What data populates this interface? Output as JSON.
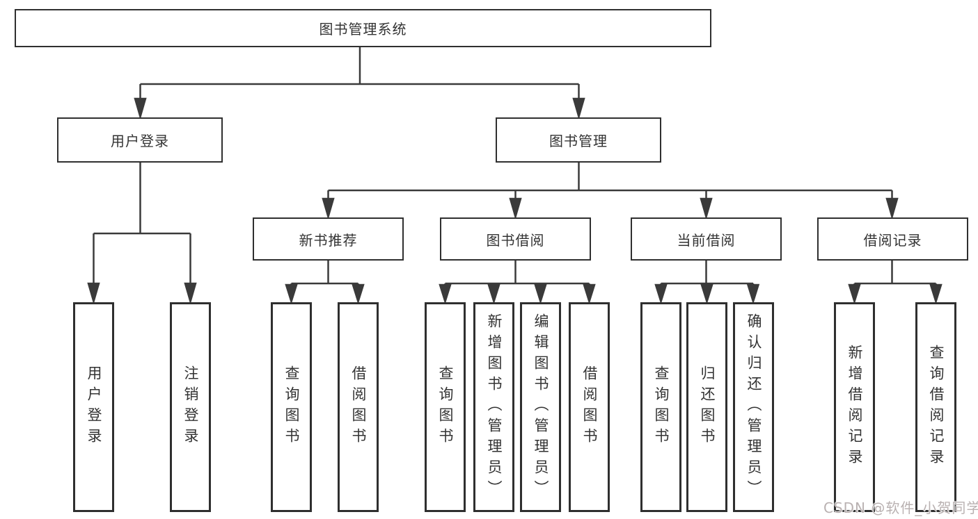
{
  "style": {
    "line_color": "#3a3a3a",
    "border_color": "#2f2f2f",
    "text_color": "#333333",
    "background": "#ffffff",
    "watermark_color": "#b9b1b1"
  },
  "watermark": {
    "text": "CSDN @软件_小贺同学"
  },
  "tree": {
    "root": {
      "label": "图书管理系统"
    },
    "level2": [
      {
        "label": "用户登录"
      },
      {
        "label": "图书管理"
      }
    ],
    "level3": [
      {
        "label": "新书推荐"
      },
      {
        "label": "图书借阅"
      },
      {
        "label": "当前借阅"
      },
      {
        "label": "借阅记录"
      }
    ],
    "leaves": [
      {
        "label": "用户登录",
        "parent": "用户登录"
      },
      {
        "label": "注销登录",
        "parent": "用户登录"
      },
      {
        "label": "查询图书",
        "parent": "新书推荐"
      },
      {
        "label": "借阅图书",
        "parent": "新书推荐"
      },
      {
        "label": "查询图书",
        "parent": "图书借阅"
      },
      {
        "label": "新增图书（管理员）",
        "parent": "图书借阅"
      },
      {
        "label": "编辑图书（管理员）",
        "parent": "图书借阅"
      },
      {
        "label": "借阅图书",
        "parent": "图书借阅"
      },
      {
        "label": "查询图书",
        "parent": "当前借阅"
      },
      {
        "label": "归还图书",
        "parent": "当前借阅"
      },
      {
        "label": "确认归还（管理员）",
        "parent": "当前借阅"
      },
      {
        "label": "新增借阅记录",
        "parent": "借阅记录"
      },
      {
        "label": "查询借阅记录",
        "parent": "借阅记录"
      }
    ]
  }
}
